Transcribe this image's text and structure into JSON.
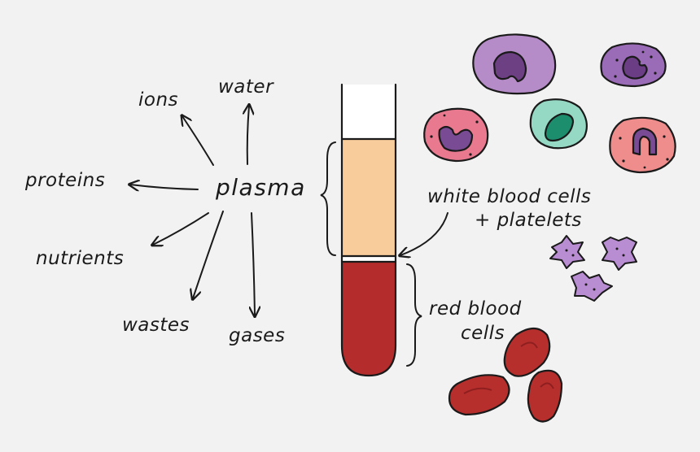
{
  "labels": {
    "plasma": "plasma",
    "ions": "ions",
    "water": "water",
    "proteins": "proteins",
    "nutrients": "nutrients",
    "wastes": "wastes",
    "gases": "gases",
    "wbc_line1": "white blood cells",
    "wbc_line2": "+ platelets",
    "rbc_line1": "red blood",
    "rbc_line2": "cells"
  },
  "colors": {
    "ink": "#1a1a1a",
    "plasma_layer": "#f8cc9b",
    "rbc_layer": "#b42c2b",
    "buffy_coat": "#ffffff",
    "monocyte": "#b58cc7",
    "monocyte_nucleus": "#6d3f83",
    "eosinophil": "#e9798f",
    "eosinophil_nucleus": "#7a4b95",
    "lymphocyte": "#95d8c4",
    "lymphocyte_nucleus": "#1c8e6e",
    "neutrophil": "#ef8c8c",
    "neutrophil_nucleus": "#7a4b95",
    "basophil": "#9a6bb6",
    "basophil_nucleus": "#6a3d85",
    "platelet": "#b88dd1",
    "red_cell": "#b62f2d",
    "red_cell_dark": "#8f1f1f"
  },
  "icons": [
    "arrow-icon",
    "brace-icon",
    "white-blood-cell-icon",
    "platelet-icon",
    "red-blood-cell-icon",
    "test-tube-icon"
  ]
}
